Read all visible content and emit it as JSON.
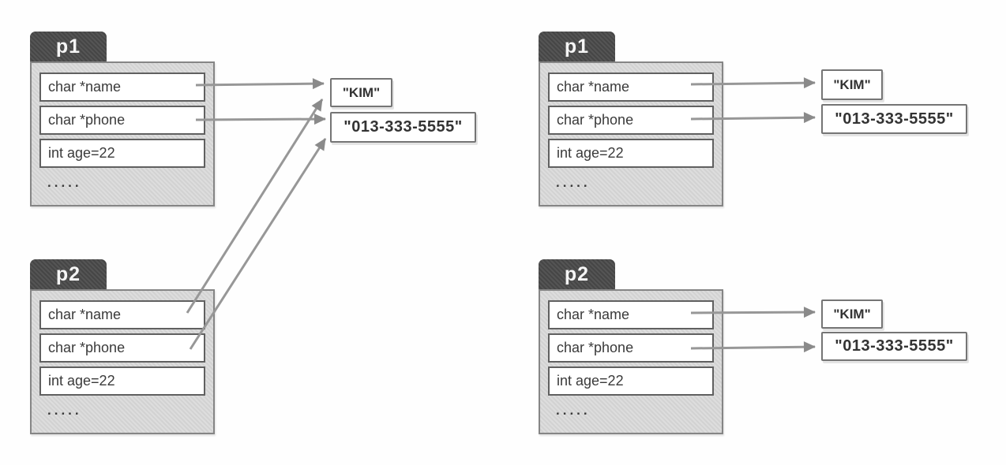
{
  "colors": {
    "canvas_bg": "#fefefe",
    "tab_bg": "#4a4a4a",
    "tab_text": "#f5f5f5",
    "body_bg": "#d9d9d9",
    "body_border": "#858585",
    "row_bg": "#ffffff",
    "row_border": "#606060",
    "field_text": "#3a3a3a",
    "value_text": "#333333",
    "value_border": "#757575",
    "arrow": "#979797",
    "arrow_head": "#8a8a8a"
  },
  "structs": {
    "left_p1": {
      "title": "p1",
      "fields": {
        "name": "char *name",
        "phone": "char *phone",
        "age": "int age=22",
        "more": "....."
      }
    },
    "left_p2": {
      "title": "p2",
      "fields": {
        "name": "char *name",
        "phone": "char *phone",
        "age": "int age=22",
        "more": "....."
      }
    },
    "right_p1": {
      "title": "p1",
      "fields": {
        "name": "char *name",
        "phone": "char *phone",
        "age": "int age=22",
        "more": "....."
      }
    },
    "right_p2": {
      "title": "p2",
      "fields": {
        "name": "char *name",
        "phone": "char *phone",
        "age": "int age=22",
        "more": "....."
      }
    }
  },
  "values": {
    "left_shared_name": "\"KIM\"",
    "left_shared_phone": "\"013-333-5555\"",
    "right_p1_name": "\"KIM\"",
    "right_p1_phone": "\"013-333-5555\"",
    "right_p2_name": "\"KIM\"",
    "right_p2_phone": "\"013-333-5555\""
  },
  "arrows": [
    {
      "from": "left p1 char *name",
      "to": "\"KIM\" (shared)"
    },
    {
      "from": "left p1 char *phone",
      "to": "\"013-333-5555\" (shared)"
    },
    {
      "from": "left p2 char *name",
      "to": "\"KIM\" (shared)"
    },
    {
      "from": "left p2 char *phone",
      "to": "\"013-333-5555\" (shared)"
    },
    {
      "from": "right p1 char *name",
      "to": "\"KIM\" (own copy)"
    },
    {
      "from": "right p1 char *phone",
      "to": "\"013-333-5555\" (own copy)"
    },
    {
      "from": "right p2 char *name",
      "to": "\"KIM\" (own copy)"
    },
    {
      "from": "right p2 char *phone",
      "to": "\"013-333-5555\" (own copy)"
    }
  ]
}
